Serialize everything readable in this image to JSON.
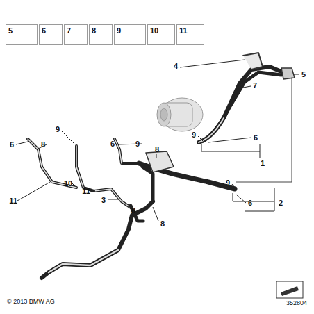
{
  "diagram": {
    "nodes": [
      {
        "text": [
          "5"
        ]
      },
      {
        "text": [
          "6"
        ]
      },
      {
        "text": [
          "7"
        ]
      },
      {
        "text": [
          "8"
        ]
      },
      {
        "text": [
          "9"
        ]
      },
      {
        "text": [
          "10"
        ]
      },
      {
        "text": [
          "11"
        ]
      }
    ],
    "labels": [
      "4",
      "5",
      "7",
      "9",
      "6",
      "1",
      "9",
      "6",
      "2",
      "9",
      "6",
      "8",
      "10",
      "11",
      "11",
      "6",
      "9",
      "8",
      "3",
      "8",
      "8",
      "© 2013 BMW AG",
      "352804"
    ]
  }
}
